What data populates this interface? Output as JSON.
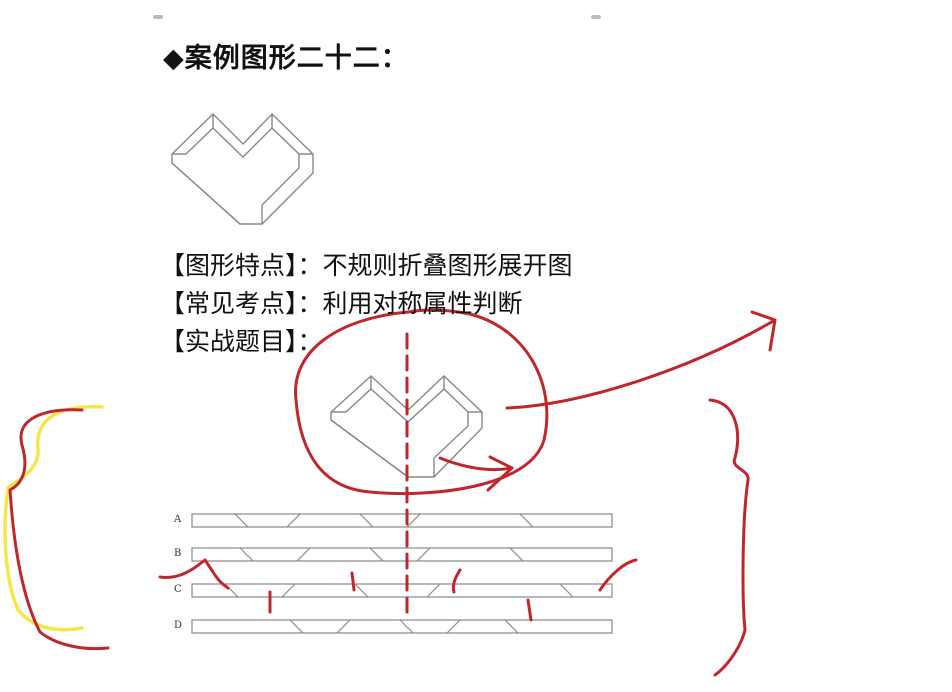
{
  "title": "◆案例图形二十二：",
  "lines": [
    {
      "label": "【图形特点】：",
      "value": "不规则折叠图形展开图"
    },
    {
      "label": "【常见考点】：",
      "value": "利用对称属性判断"
    },
    {
      "label": "【实战题目】：",
      "value": ""
    }
  ],
  "options": [
    "A",
    "B",
    "C",
    "D"
  ],
  "annotation_colors": {
    "pen": "#c0272d",
    "highlighter": "#f1e84a"
  }
}
